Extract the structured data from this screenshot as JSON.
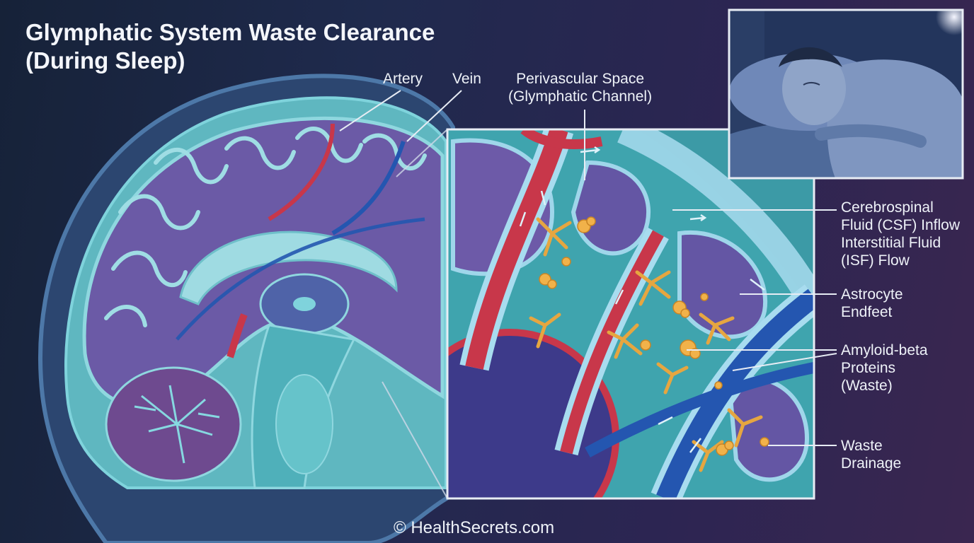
{
  "title": {
    "line1": "Glymphatic System Waste Clearance",
    "line2": "(During Sleep)"
  },
  "labels": {
    "artery": "Artery",
    "vein": "Vein",
    "perivascular_line1": "Perivascular Space",
    "perivascular_line2": "(Glymphatic Channel)",
    "csf_line1": "Cerebrospinal",
    "csf_line2": "Fluid (CSF) Inflow",
    "isf_line1": "Interstitial Fluid",
    "isf_line2": "(ISF) Flow",
    "astro_line1": "Astrocyte",
    "astro_line2": "Endfeet",
    "amyloid_line1": "Amyloid-beta",
    "amyloid_line2": "Proteins",
    "amyloid_line3": "(Waste)",
    "drain_line1": "Waste",
    "drain_line2": "Drainage"
  },
  "credit": "© HealthSecrets.com",
  "colors": {
    "background": "#1f2a4d",
    "brain_purple": "#6b5aa6",
    "brain_teal": "#3fa9b0",
    "artery_red": "#c8374a",
    "vein_blue": "#2456b0",
    "csf_light": "#9fd6ea",
    "waste_orange": "#f1b24a",
    "astrocyte": "#e6a640"
  },
  "icons": [
    "moon-icon",
    "sleeping-person-illustration",
    "brain-sagittal-illustration"
  ]
}
